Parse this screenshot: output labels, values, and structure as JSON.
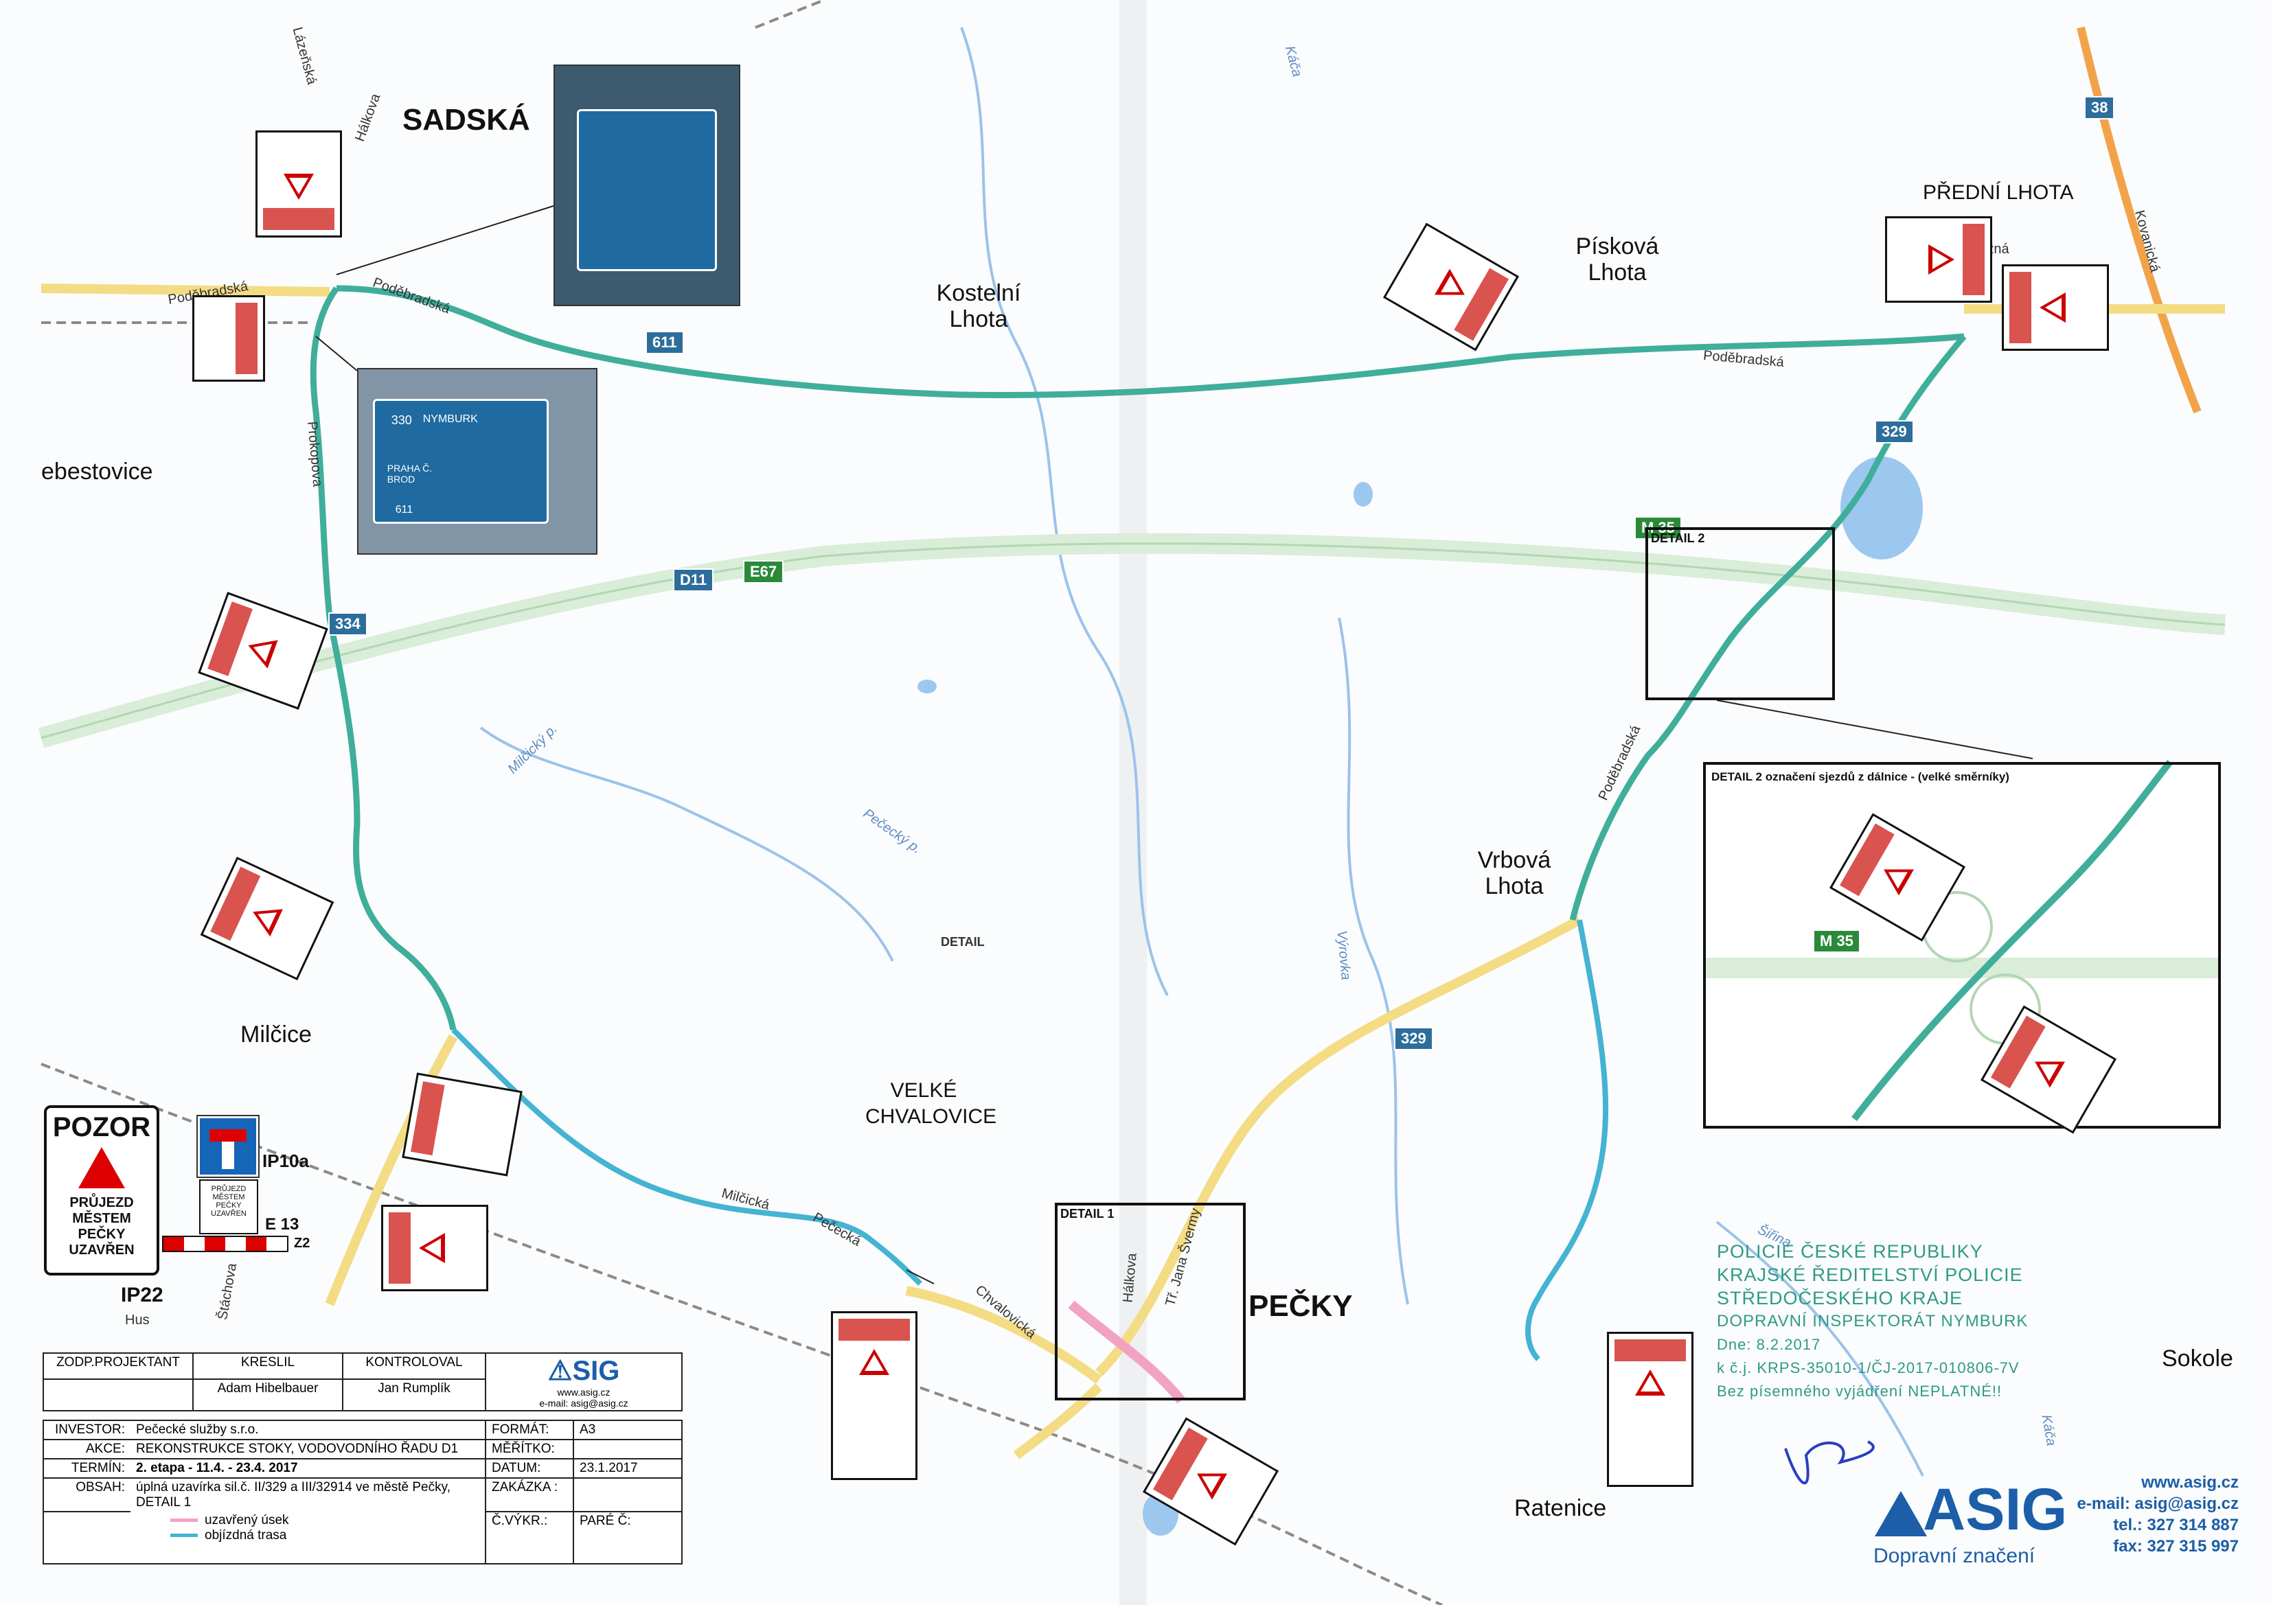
{
  "labels": {
    "sadska": "SADSKÁ",
    "kostelni_lhota": "Kostelní Lhota",
    "piskova_lhota": "Písková Lhota",
    "predni_lhota": "PŘEDNÍ LHOTA",
    "sebestovice": "ebestovice",
    "milcice": "Milčice",
    "velke_chvalovice": "VELKÉ CHVALOVICE",
    "pecky": "PEČKY",
    "vrbova_lhota": "Vrbová Lhota",
    "ratenice": "Ratenice",
    "sokoleč": "Sokole",
    "detail_word": "DETAIL"
  },
  "streets": {
    "lazenska": "Lázeňská",
    "halkova_n": "Hálkova",
    "podebradska_w": "Poděbradská",
    "podebradska_sadska": "Poděbradská",
    "podebradska_e": "Poděbradská",
    "prokopova": "Prokopova",
    "prubezna": "Průběžná",
    "kovanicka": "Kovanická",
    "milcicka": "Milčická",
    "pececka": "Pečecká",
    "chvalovicka": "Chvalovická",
    "podebradska_vr": "Poděbradská",
    "halkova_s": "Hálkova",
    "tr_jana_svermy": "Tř. Jana Švermy",
    "stachova": "Štáchova",
    "hus": "Hus"
  },
  "water": {
    "kaca_n": "Káča",
    "vyrovka": "Výrovka",
    "milcicky_p": "Milčický p.",
    "pececky_p": "Pečecký p.",
    "sirina": "Šiřina",
    "kaca_s": "Káča"
  },
  "roads": {
    "r611_a": "611",
    "r611_b": "611",
    "r38": "38",
    "r329_n": "329",
    "r329_s": "329",
    "r334": "334",
    "d11": "D11",
    "e67": "E67",
    "m35": "M 35",
    "m35_detail": "M 35"
  },
  "boxes": {
    "detail1": "DETAIL 1",
    "detail2": "DETAIL 2",
    "detail2_title": "DETAIL 2 označení sjezdů z dálnice - (velké směrníky)"
  },
  "signs": {
    "pozor_title": "POZOR",
    "pozor_text": "PRŮJEZD MĚSTEM PEČKY UZAVŘEN",
    "ip10a": "IP10a",
    "ip10a_text": "PRŮJEZD MĚSTEM PEČKY UZAVŘEN",
    "e13": "E 13",
    "z2": "Z2",
    "ip22": "IP22"
  },
  "photos": {
    "nymburk": "NYMBURK",
    "praha_c_brod": "PRAHA Č. BROD",
    "r611": "611",
    "r330": "330"
  },
  "title_block": {
    "zodp_projektant": "ZODP.PROJEKTANT",
    "kreslil": "KRESLIL",
    "kontroloval": "KONTROLOVAL",
    "kreslil_name": "Adam Hibelbauer",
    "kontroloval_name": "Jan Rumplík",
    "asig_email": "e-mail: asig@asig.cz",
    "asig_web": "www.asig.cz",
    "investor_label": "INVESTOR:",
    "investor": "Pečecké služby s.r.o.",
    "akce_label": "AKCE:",
    "akce": "REKONSTRUKCE STOKY, VODOVODNÍHO ŘADU D1",
    "termin_label": "TERMÍN:",
    "termin": "2. etapa - 11.4. - 23.4. 2017",
    "obsah_label": "OBSAH:",
    "obsah": "úplná uzavírka sil.č. II/329 a III/32914 ve městě Pečky, DETAIL 1",
    "format_label": "FORMÁT:",
    "format": "A3",
    "meritko_label": "MĚŘÍTKO:",
    "datum_label": "DATUM:",
    "datum": "23.1.2017",
    "zakazka_label": "ZAKÁZKA :",
    "cvykr_label": "Č.VÝKR.:",
    "pare_label": "PARÉ Č:",
    "legend_closed": "uzavřený úsek",
    "legend_detour": "objízdná trasa"
  },
  "stamp": {
    "line1": "POLICIE ČESKÉ REPUBLIKY",
    "line2": "KRAJSKÉ ŘEDITELSTVÍ POLICIE",
    "line3": "STŘEDOČESKÉHO KRAJE",
    "line4": "DOPRAVNÍ INSPEKTORÁT NYMBURK",
    "dne": "Dne: 8.2.2017",
    "cj": "k č.j. KRPS-35010-1/ČJ-2017-010806-7V",
    "note": "Bez písemného vyjádření NEPLATNÉ!!"
  },
  "asig_footer": {
    "logo": "ASIG",
    "subtitle": "Dopravní značení",
    "web": "www.asig.cz",
    "email": "e-mail: asig@asig.cz",
    "tel": "tel.: 327 314 887",
    "fax": "fax: 327 315 997"
  },
  "colors": {
    "detour": "#3fae9b",
    "detour_light": "#45b3d2",
    "closed": "#f2a3c4",
    "road_yellow": "#f4dc84",
    "highway": "#c9e3c9",
    "rail": "#888888"
  }
}
